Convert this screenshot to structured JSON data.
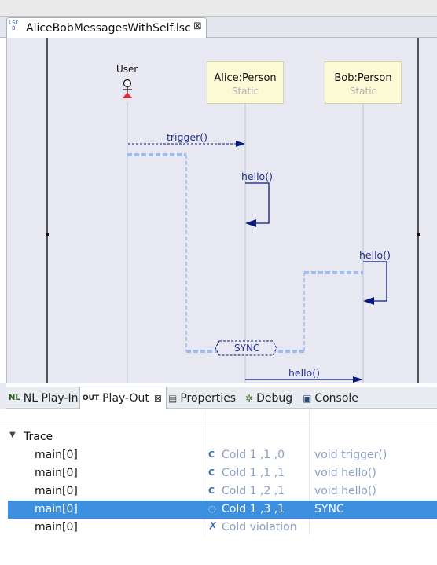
{
  "editor": {
    "tab_icon": "LSC",
    "tab_title": "AliceBobMessagesWithSelf.lsc",
    "close_glyph": "⊠"
  },
  "diagram": {
    "actor": {
      "name": "User",
      "icon": "stick-figure-icon"
    },
    "lifelines": [
      {
        "name": "Alice:Person",
        "kind": "Static"
      },
      {
        "name": "Bob:Person",
        "kind": "Static"
      }
    ],
    "messages": [
      {
        "label": "trigger()",
        "from": "User",
        "to": "Alice:Person",
        "style": "dashed"
      },
      {
        "label": "hello()",
        "from": "Alice:Person",
        "to": "Alice:Person",
        "style": "self"
      },
      {
        "label": "hello()",
        "from": "Bob:Person",
        "to": "Bob:Person",
        "style": "self"
      },
      {
        "label": "hello()",
        "from": "Alice:Person",
        "to": "Bob:Person",
        "style": "solid"
      }
    ],
    "sync_label": "SYNC",
    "colors": {
      "canvas": "#e8e8f2",
      "message": "#0a1a7a",
      "cut": "#9fbcf0",
      "head_fill": "#fcfad5"
    }
  },
  "views": {
    "tabs": [
      {
        "label": "NL Play-In",
        "icon": "nl-icon",
        "active": false
      },
      {
        "label": "Play-Out",
        "icon": "out-icon",
        "active": true
      },
      {
        "label": "Properties",
        "icon": "properties-icon",
        "active": false
      },
      {
        "label": "Debug",
        "icon": "debug-icon",
        "active": false
      },
      {
        "label": "Console",
        "icon": "console-icon",
        "active": false
      }
    ],
    "close_glyph": "⊠"
  },
  "trace": {
    "root_label": "Trace",
    "twisty": "▼",
    "rows": [
      {
        "name": "main[0]",
        "state": "Cold 1 ,1 ,0",
        "event": "void trigger()",
        "icon": "cold-cut-icon"
      },
      {
        "name": "main[0]",
        "state": "Cold 1 ,1 ,1",
        "event": "void hello()",
        "icon": "cold-cut-icon"
      },
      {
        "name": "main[0]",
        "state": "Cold 1 ,2 ,1",
        "event": "void hello()",
        "icon": "cold-cut-icon"
      },
      {
        "name": "main[0]",
        "state": "Cold 1 ,3 ,1",
        "event": "SYNC",
        "icon": "sync-cut-icon",
        "selected": true
      },
      {
        "name": "main[0]",
        "state": "Cold violation",
        "event": "",
        "icon": "violation-icon"
      }
    ],
    "icon_glyphs": {
      "cold": "C",
      "sync": "◌",
      "violation": "✗"
    }
  }
}
